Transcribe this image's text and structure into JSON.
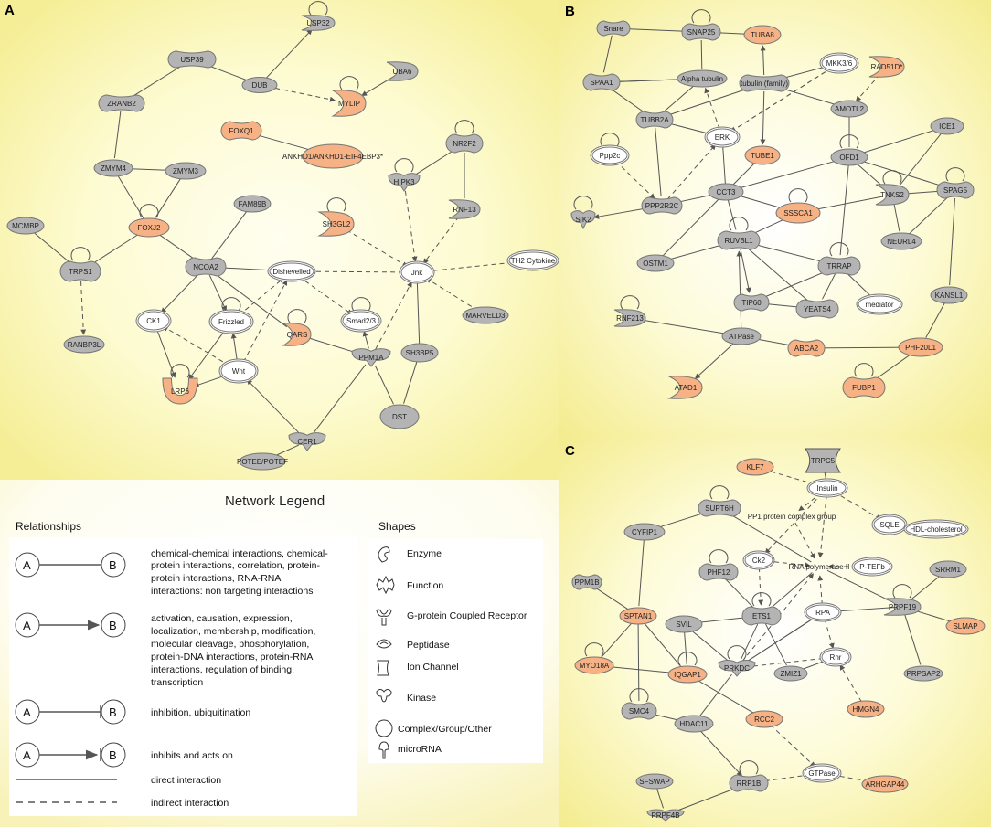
{
  "panels": {
    "a": "A",
    "b": "B",
    "c": "C"
  },
  "colors": {
    "gray": "#b4b4b4",
    "orange": "#f6b184",
    "white": "#ffffff",
    "edge": "#555555"
  },
  "network_a": {
    "nodes": [
      {
        "id": "USP32",
        "label": "USP32",
        "fill": "gray"
      },
      {
        "id": "USP39",
        "label": "USP39",
        "fill": "gray"
      },
      {
        "id": "UBA6",
        "label": "UBA6",
        "fill": "gray"
      },
      {
        "id": "DUB",
        "label": "DUB",
        "fill": "gray"
      },
      {
        "id": "MYLIP",
        "label": "MYLIP",
        "fill": "orange"
      },
      {
        "id": "ZRANB2",
        "label": "ZRANB2",
        "fill": "gray"
      },
      {
        "id": "FOXQ1",
        "label": "FOXQ1",
        "fill": "orange"
      },
      {
        "id": "ANKHD1",
        "label": "ANKHD1/ANKHD1-EIF4EBP3*",
        "fill": "orange"
      },
      {
        "id": "NR2F2",
        "label": "NR2F2",
        "fill": "gray"
      },
      {
        "id": "ZMYM4",
        "label": "ZMYM4",
        "fill": "gray"
      },
      {
        "id": "ZMYM3",
        "label": "ZMYM3",
        "fill": "gray"
      },
      {
        "id": "HIPK3",
        "label": "HIPK3",
        "fill": "gray"
      },
      {
        "id": "FAM89B",
        "label": "FAM89B",
        "fill": "gray"
      },
      {
        "id": "RNF13",
        "label": "RNF13",
        "fill": "gray"
      },
      {
        "id": "SH3GL2",
        "label": "SH3GL2",
        "fill": "orange"
      },
      {
        "id": "MCMBP",
        "label": "MCMBP",
        "fill": "gray"
      },
      {
        "id": "FOXJ2",
        "label": "FOXJ2",
        "fill": "orange"
      },
      {
        "id": "TRPS1",
        "label": "TRPS1",
        "fill": "gray"
      },
      {
        "id": "NCOA2",
        "label": "NCOA2",
        "fill": "gray"
      },
      {
        "id": "Dishevelled",
        "label": "Dishevelled",
        "fill": "white"
      },
      {
        "id": "Jnk",
        "label": "Jnk",
        "fill": "white"
      },
      {
        "id": "TH2",
        "label": "TH2 Cytokine",
        "fill": "white"
      },
      {
        "id": "Smad",
        "label": "Smad2/3",
        "fill": "white"
      },
      {
        "id": "MARVELD3",
        "label": "MARVELD3",
        "fill": "gray"
      },
      {
        "id": "CK1",
        "label": "CK1",
        "fill": "white"
      },
      {
        "id": "Frizzled",
        "label": "Frizzled",
        "fill": "white"
      },
      {
        "id": "QARS",
        "label": "QARS",
        "fill": "orange"
      },
      {
        "id": "RANBP3L",
        "label": "RANBP3L",
        "fill": "gray"
      },
      {
        "id": "PPM1A",
        "label": "PPM1A",
        "fill": "gray"
      },
      {
        "id": "SH3BP5",
        "label": "SH3BP5",
        "fill": "gray"
      },
      {
        "id": "Wnt",
        "label": "Wnt",
        "fill": "white"
      },
      {
        "id": "LRP6",
        "label": "LRP6",
        "fill": "orange"
      },
      {
        "id": "CER1",
        "label": "CER1",
        "fill": "gray"
      },
      {
        "id": "DST",
        "label": "DST",
        "fill": "gray"
      },
      {
        "id": "POTEE",
        "label": "POTEE/POTEF",
        "fill": "gray"
      }
    ]
  },
  "network_b": {
    "nodes": [
      {
        "id": "Snare",
        "label": "Snare",
        "fill": "gray"
      },
      {
        "id": "SNAP25",
        "label": "SNAP25",
        "fill": "gray"
      },
      {
        "id": "TUBA8",
        "label": "TUBA8",
        "fill": "orange"
      },
      {
        "id": "SPAA1",
        "label": "SPAA1",
        "fill": "gray"
      },
      {
        "id": "AlphaTub",
        "label": "Alpha tubulin",
        "fill": "gray"
      },
      {
        "id": "TubFam",
        "label": "tubulin (family)",
        "fill": "gray"
      },
      {
        "id": "MKK36",
        "label": "MKK3/6",
        "fill": "white"
      },
      {
        "id": "RAD51D",
        "label": "RAD51D*",
        "fill": "orange"
      },
      {
        "id": "TUBB2A",
        "label": "TUBB2A",
        "fill": "gray"
      },
      {
        "id": "AMOTL2",
        "label": "AMOTL2",
        "fill": "gray"
      },
      {
        "id": "ERK",
        "label": "ERK",
        "fill": "white"
      },
      {
        "id": "ICE1",
        "label": "ICE1",
        "fill": "gray"
      },
      {
        "id": "Ppp2c",
        "label": "Ppp2c",
        "fill": "white"
      },
      {
        "id": "TUBE1",
        "label": "TUBE1",
        "fill": "orange"
      },
      {
        "id": "OFD1",
        "label": "OFD1",
        "fill": "gray"
      },
      {
        "id": "CCT3",
        "label": "CCT3",
        "fill": "gray"
      },
      {
        "id": "TNKS2",
        "label": "TNKS2",
        "fill": "gray"
      },
      {
        "id": "SPAG5",
        "label": "SPAG5",
        "fill": "gray"
      },
      {
        "id": "PPP2R2C",
        "label": "PPP2R2C",
        "fill": "gray"
      },
      {
        "id": "SSSCA1",
        "label": "SSSCA1",
        "fill": "orange"
      },
      {
        "id": "SIK2",
        "label": "SIK2",
        "fill": "gray"
      },
      {
        "id": "RUVBL1",
        "label": "RUVBL1",
        "fill": "gray"
      },
      {
        "id": "NEURL4",
        "label": "NEURL4",
        "fill": "gray"
      },
      {
        "id": "OSTM1",
        "label": "OSTM1",
        "fill": "gray"
      },
      {
        "id": "TRRAP",
        "label": "TRRAP",
        "fill": "gray"
      },
      {
        "id": "TIP60",
        "label": "TIP60",
        "fill": "gray"
      },
      {
        "id": "YEATS4",
        "label": "YEATS4",
        "fill": "gray"
      },
      {
        "id": "mediator",
        "label": "mediator",
        "fill": "white"
      },
      {
        "id": "KANSL1",
        "label": "KANSL1",
        "fill": "gray"
      },
      {
        "id": "RNF213",
        "label": "RNF213",
        "fill": "gray"
      },
      {
        "id": "ATPase",
        "label": "ATPase",
        "fill": "gray"
      },
      {
        "id": "ABCA2",
        "label": "ABCA2",
        "fill": "orange"
      },
      {
        "id": "PHF20L1",
        "label": "PHF20L1",
        "fill": "orange"
      },
      {
        "id": "ATAD1",
        "label": "ATAD1",
        "fill": "orange"
      },
      {
        "id": "FUBP1",
        "label": "FUBP1",
        "fill": "orange"
      }
    ]
  },
  "network_c": {
    "nodes": [
      {
        "id": "TRPC5",
        "label": "TRPC5",
        "fill": "gray"
      },
      {
        "id": "KLF7",
        "label": "KLF7",
        "fill": "orange"
      },
      {
        "id": "Insulin",
        "label": "Insulin",
        "fill": "white"
      },
      {
        "id": "SUPT6H",
        "label": "SUPT6H",
        "fill": "gray"
      },
      {
        "id": "SQLE",
        "label": "SQLE",
        "fill": "white"
      },
      {
        "id": "PP1",
        "label": "PP1 protein complex group",
        "fill": "white"
      },
      {
        "id": "CYFIP1",
        "label": "CYFIP1",
        "fill": "gray"
      },
      {
        "id": "HDL",
        "label": "HDL-cholesterol",
        "fill": "white"
      },
      {
        "id": "PTEFb",
        "label": "P-TEFb",
        "fill": "white"
      },
      {
        "id": "Ck2",
        "label": "Ck2",
        "fill": "white"
      },
      {
        "id": "PPM1B",
        "label": "PPM1B",
        "fill": "gray"
      },
      {
        "id": "PHF12",
        "label": "PHF12",
        "fill": "gray"
      },
      {
        "id": "RNAPol",
        "label": "RNA polymerase II",
        "fill": "white"
      },
      {
        "id": "SRRM1",
        "label": "SRRM1",
        "fill": "gray"
      },
      {
        "id": "ETS1",
        "label": "ETS1",
        "fill": "gray"
      },
      {
        "id": "SPTAN1",
        "label": "SPTAN1",
        "fill": "orange"
      },
      {
        "id": "SVIL",
        "label": "SVIL",
        "fill": "gray"
      },
      {
        "id": "RPA",
        "label": "RPA",
        "fill": "white"
      },
      {
        "id": "PRPF19",
        "label": "PRPF19",
        "fill": "gray"
      },
      {
        "id": "SLMAP",
        "label": "SLMAP",
        "fill": "orange"
      },
      {
        "id": "MYO18A",
        "label": "MYO18A",
        "fill": "orange"
      },
      {
        "id": "IQGAP1",
        "label": "IQGAP1",
        "fill": "orange"
      },
      {
        "id": "PRKDC",
        "label": "PRKDC",
        "fill": "gray"
      },
      {
        "id": "ZMIZ1",
        "label": "ZMIZ1",
        "fill": "gray"
      },
      {
        "id": "Rnr",
        "label": "Rnr",
        "fill": "white"
      },
      {
        "id": "PRPSAP2",
        "label": "PRPSAP2",
        "fill": "gray"
      },
      {
        "id": "SMC4",
        "label": "SMC4",
        "fill": "gray"
      },
      {
        "id": "HDAC11",
        "label": "HDAC11",
        "fill": "gray"
      },
      {
        "id": "RCC2",
        "label": "RCC2",
        "fill": "orange"
      },
      {
        "id": "HMGN4",
        "label": "HMGN4",
        "fill": "orange"
      },
      {
        "id": "SFSWAP",
        "label": "SFSWAP",
        "fill": "gray"
      },
      {
        "id": "RRP1B",
        "label": "RRP1B",
        "fill": "gray"
      },
      {
        "id": "GTPase",
        "label": "GTPase",
        "fill": "white"
      },
      {
        "id": "ARHGAP44",
        "label": "ARHGAP44",
        "fill": "orange"
      },
      {
        "id": "PRPF4B",
        "label": "PRPF4B",
        "fill": "gray"
      }
    ]
  },
  "legend": {
    "title": "Network Legend",
    "relationships_heading": "Relationships",
    "shapes_heading": "Shapes",
    "node_a": "A",
    "node_b": "B",
    "rel1": [
      "chemical-chemical interactions, chemical-",
      "protein interactions, correlation, protein-",
      "protein interactions, RNA-RNA",
      "interactions: non targeting interactions"
    ],
    "rel2": [
      "activation, causation, expression,",
      "localization, membership, modification,",
      "molecular cleavage, phosphorylation,",
      "protein-DNA interactions, protein-RNA",
      "interactions, regulation of binding,",
      "transcription"
    ],
    "rel3": [
      "inhibition, ubiquitination"
    ],
    "rel4": [
      "inhibits and acts on"
    ],
    "direct": "direct interaction",
    "indirect": "indirect interaction",
    "shapes": [
      "Enzyme",
      "Function",
      "G-protein Coupled Receptor",
      "Peptidase",
      "Ion Channel",
      "Kinase",
      "Complex/Group/Other",
      "microRNA"
    ]
  }
}
